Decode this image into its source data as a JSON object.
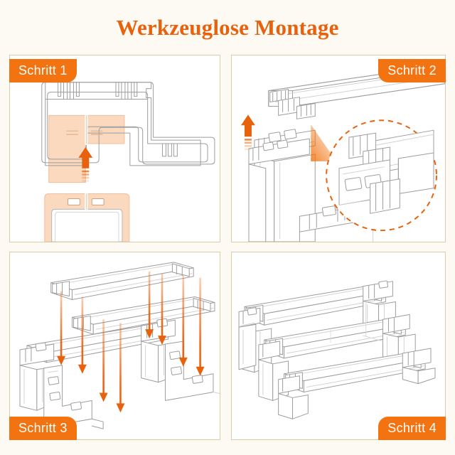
{
  "page": {
    "title": "Werkzeuglose Montage",
    "background_color": "#FDF9F3",
    "accent_color": "#F2730F",
    "title_color": "#E8620E",
    "panel_border_color": "#E0CBA8",
    "panel_background": "#FFFFFF",
    "highlight_color": "#FAD9BE",
    "line_color": "#9A9A9A"
  },
  "steps": [
    {
      "id": "step-1",
      "badge_label": "Schritt 1",
      "badge_position": "top-left",
      "illustration": "corner-bracket-clip-insert",
      "arrows": [
        {
          "direction": "up",
          "color": "#E8620E",
          "style": "solid-head-with-fading-dashes"
        }
      ]
    },
    {
      "id": "step-2",
      "badge_label": "Schritt 2",
      "badge_position": "top-right",
      "illustration": "shelf-board-onto-side-panel-with-magnifier-detail",
      "arrows": [
        {
          "direction": "up",
          "color": "#E8620E",
          "style": "solid-head-with-fading-dashes"
        }
      ],
      "magnifier": {
        "shape": "dashed-circle",
        "color": "#E8620E"
      }
    },
    {
      "id": "step-3",
      "badge_label": "Schritt 3",
      "badge_position": "bottom-left",
      "illustration": "three-shelf-boards-dropping-onto-frame",
      "arrows": [
        {
          "direction": "down",
          "color": "#E8620E",
          "count": 8
        }
      ]
    },
    {
      "id": "step-4",
      "badge_label": "Schritt 4",
      "badge_position": "bottom-right",
      "illustration": "completed-three-tier-shelf",
      "arrows": []
    }
  ]
}
